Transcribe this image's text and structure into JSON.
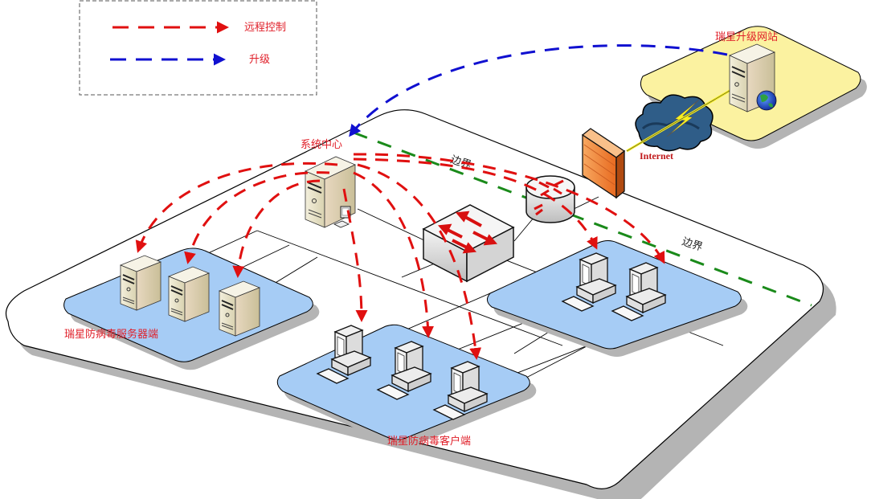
{
  "legend": {
    "items": [
      {
        "label": "远程控制",
        "color": "#e01010",
        "style": "dashed-arrow"
      },
      {
        "label": "升级",
        "color": "#1010d0",
        "style": "dashed-arrow"
      }
    ]
  },
  "nodes": {
    "update_site": {
      "label": "瑞星升级网站",
      "icon": "server-globe-icon"
    },
    "internet": {
      "label": "Internet",
      "icon": "cloud-lightning-icon"
    },
    "firewall": {
      "icon": "firewall-icon"
    },
    "router": {
      "icon": "router-icon"
    },
    "switch": {
      "icon": "switch-icon"
    },
    "system_center": {
      "label": "系统中心",
      "icon": "server-icon"
    },
    "server_group": {
      "label": "瑞星防病毒服务器端",
      "count": 3,
      "icon": "server-icon"
    },
    "client_group": {
      "label": "瑞星防病毒客户端",
      "count": 3,
      "icon": "workstation-icon"
    },
    "remote_client_group": {
      "count": 2,
      "icon": "workstation-icon"
    }
  },
  "boundary": {
    "label_1": "边界",
    "label_2": "边界",
    "color": "#1a8a1a"
  },
  "colors": {
    "remote_control": "#e01010",
    "upgrade": "#1010d0",
    "zone_blue": "#a6ccf5",
    "zone_yellow": "#fbf2a0",
    "boundary": "#1a8a1a"
  }
}
